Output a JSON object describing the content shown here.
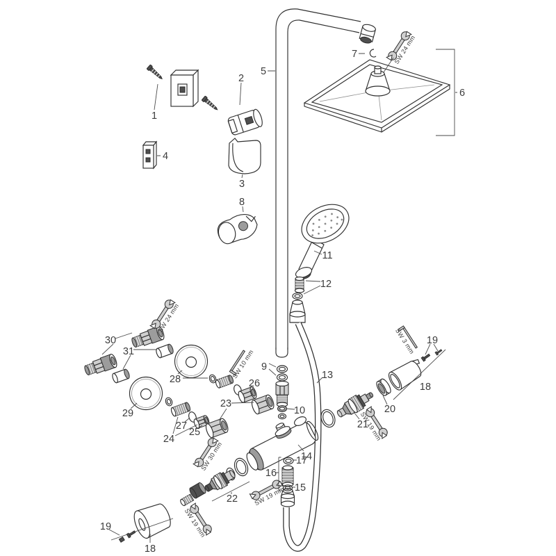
{
  "diagram": {
    "type": "exploded-parts-diagram",
    "subject": "thermostatic showerpipe with square overhead shower, hand shower and shower hose",
    "background": "#ffffff",
    "line_color": "#2e2e2e",
    "label_color": "#3c3c3c"
  },
  "part_labels": {
    "p1": "1",
    "p2": "2",
    "p3": "3",
    "p4": "4",
    "p5": "5",
    "p6": "6",
    "p7": "7",
    "p8": "8",
    "p9": "9",
    "p10": "10",
    "p11": "11",
    "p12": "12",
    "p13": "13",
    "p14": "14",
    "p15": "15",
    "p16": "16",
    "p17": "17",
    "p18_right": "18",
    "p19_right": "19",
    "p18_left": "18",
    "p19_left": "19",
    "p20": "20",
    "p21": "21",
    "p22": "22",
    "p23": "23",
    "p24": "24",
    "p25": "25",
    "p26": "26",
    "p27": "27",
    "p28": "28",
    "p29": "29",
    "p30": "30",
    "p31": "31"
  },
  "tool_labels": {
    "sw24_top": "SW 24 mm",
    "sw24_left": "SW 24 mm",
    "sw10_hex": "SW 10 mm",
    "sw30": "SW 30 mm",
    "sw19_center": "SW 19 mm",
    "sw19_left": "SW 19 mm",
    "sw19_right": "SW 19 mm",
    "sw3_hex": "SW 3 mm"
  }
}
